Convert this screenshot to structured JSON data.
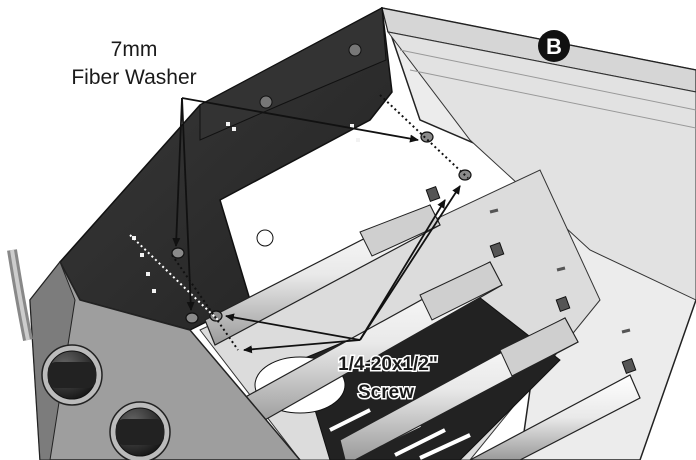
{
  "callouts": {
    "washer_line1": "7mm",
    "washer_line2": "Fiber Washer",
    "screw_line1": "1/4-20x1/2\"",
    "screw_line2": "Screw"
  },
  "badge": {
    "letter": "B"
  },
  "colors": {
    "panel_dark": "#2b2b2b",
    "metal_light": "#e8e8e8",
    "metal_mid": "#b9b9b9",
    "outline": "#1e1e1e",
    "badge": "#111111"
  }
}
